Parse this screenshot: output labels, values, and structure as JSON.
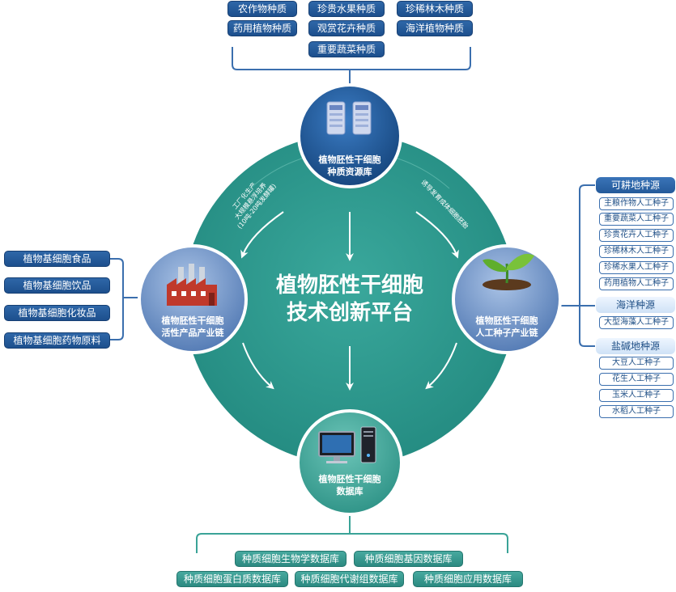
{
  "center": {
    "line1": "植物胚性干细胞",
    "line2": "技术创新平台"
  },
  "top_module": {
    "line1": "植物胚性干细胞",
    "line2": "种质资源库",
    "icon": "server-icon",
    "items": [
      "农作物种质",
      "珍贵水果种质",
      "珍稀林木种质",
      "药用植物种质",
      "观赏花卉种质",
      "海洋植物种质",
      "重要蔬菜种质"
    ]
  },
  "left_module": {
    "line1": "植物胚性干细胞",
    "line2": "活性产品产业链",
    "icon": "factory-icon",
    "items": [
      "植物基细胞食品",
      "植物基细胞饮品",
      "植物基细胞化妆品",
      "植物基细胞药物原料"
    ]
  },
  "right_module": {
    "line1": "植物胚性干细胞",
    "line2": "人工种子产业链",
    "icon": "seedling-icon",
    "groups": [
      {
        "header": "可耕地种源",
        "items": [
          "主粮作物人工种子",
          "重要蔬菜人工种子",
          "珍贵花卉人工种子",
          "珍稀林木人工种子",
          "珍稀水果人工种子",
          "药用植物人工种子"
        ]
      },
      {
        "header": "海洋种源",
        "items": [
          "大型海藻人工种子"
        ]
      },
      {
        "header": "盐碱地种源",
        "items": [
          "大豆人工种子",
          "花生人工种子",
          "玉米人工种子",
          "水稻人工种子"
        ]
      }
    ]
  },
  "bottom_module": {
    "line1": "植物胚性干细胞",
    "line2": "数据库",
    "icon": "computer-icon",
    "items": [
      "种质细胞生物学数据库",
      "种质细胞基因数据库",
      "种质细胞蛋白质数据库",
      "种质细胞代谢组数据库",
      "种质细胞应用数据库"
    ]
  },
  "arc_labels": {
    "upper_left": [
      "工厂化生产",
      "大规模悬浮培养",
      "(10吨-20吨发酵罐)"
    ],
    "upper_right": "诱导发育成体细胞胚胎"
  },
  "colors": {
    "teal": "#2f9a8f",
    "teal_light": "#5ab9ac",
    "blue_dark": "#1d4f8d",
    "blue_circle": "#2b64a8",
    "line": "#3b6fae",
    "bottom_line": "#3aa397"
  }
}
